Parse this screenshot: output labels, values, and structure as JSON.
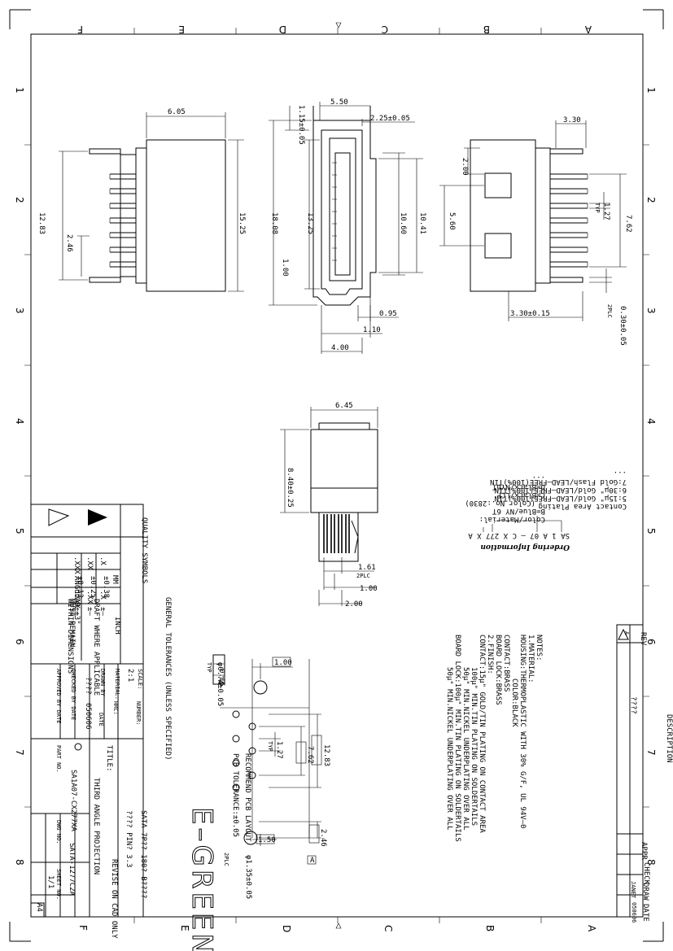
{
  "border": {
    "col_letters": [
      "F",
      "E",
      "D",
      "C",
      "B",
      "A"
    ],
    "row_numbers": [
      "1",
      "2",
      "3",
      "4",
      "5",
      "6",
      "7",
      "8"
    ]
  },
  "front_view": {
    "dims": [
      "6.05",
      "12.83",
      "2.46",
      "15.25"
    ]
  },
  "side_view": {
    "dims": [
      "1.15±0.05",
      "5.50",
      "2.25±0.05",
      "18.08",
      "13.25",
      "1.00",
      "10.60",
      "10.41",
      "0.95",
      "1.10",
      "4.00"
    ]
  },
  "right_view": {
    "dims": [
      "3.30",
      "2.00",
      "5.60",
      "1.27",
      "TYP",
      "7.62",
      "0.30±0.05",
      "2PLC",
      "3.30±0.15"
    ]
  },
  "bottom_view": {
    "dims": [
      "6.45",
      "8.40±0.25",
      "1.61",
      "2PLC",
      "1.00",
      "2.00"
    ]
  },
  "ordering": {
    "title": "Ordering Information",
    "code": "SA 1 A 07 – C X 277 X A",
    "color_lines": [
      "Color/Material:",
      "B=Blue/NY 6T",
      "(Color No.:2830)",
      "C=Black/LCP",
      "D=Black/NY6T",
      "..."
    ],
    "contact_lines": [
      "Contact Area Plating",
      "5:15μ\" Gold/LEAD–FREE(100%)TIN",
      "6:30μ\" Gold/LEAD–FREE(100%)TIN",
      "7:Gold Flash/LEAD–FREE(100%)TIN",
      "..."
    ]
  },
  "notes": {
    "lines": [
      "NOTES:",
      "1.MATERIAL:",
      "HOUSING:THERMOPLASTIC WITH 30% G/F, UL 94V–0",
      "COLOR:BLACK",
      "CONTACT:BRASS",
      "BOARD LOCK:BRASS",
      "2.FINISH:",
      "CONTACT:15μ\" GOLD/TIN PLATING ON CONTACT AREA",
      "100μ\" MIN.TIN PLATING ON SOLDERTAILS",
      "50μ\" MIN.NICKEL UNDERPLATING OVER ALL",
      "BOARD LOCK:100μ\" MIN.TIN PLATING ON SOLDERTAILS",
      "50μ\" MIN.NICKEL UNDERPLATING OVER ALL"
    ]
  },
  "pcb_layout": {
    "dims": [
      "1.00",
      "φ0.74±0.05",
      "TYP",
      "0.15",
      "A",
      "12.83",
      "7.62",
      "1.27",
      "TYP",
      "2.46",
      "1.50",
      "φ1.35±0.05",
      "2PLC"
    ],
    "caption": "RECOMMEND PCB LAYOUT",
    "tolerance": "PCB TOLERANCE:±0.05"
  },
  "revision_block": {
    "headers": [
      "REV",
      "DESCRIPTION",
      "APPR",
      "CHECK",
      "DRAW",
      "DATE"
    ],
    "row": [
      "A",
      "????",
      "",
      "",
      "JANET",
      "050606"
    ]
  },
  "title_block": {
    "symbols_label": "QUALITY SYMBOLS",
    "tolerances_header": "GENERAL TOLERANCES (UNLESS SPECIFIED)",
    "mm_label": "MM",
    "inch_label": "INCH",
    "tol_rows": [
      [
        ".X",
        "±0.38",
        ".X",
        "±–"
      ],
      [
        ".XX",
        "±0.25",
        ".XX",
        "±–"
      ],
      [
        ".XXX",
        "±0.13",
        ".XXX",
        "±–"
      ]
    ],
    "angular": "ANGULAR ±3°",
    "draft": [
      "DRAFT WHERE APPLICABLE",
      "MUST REMAIN",
      "WITHIN DIMENSIONS"
    ],
    "scale_label": "SCALE:",
    "scale": "2:1",
    "material_label": "MATERIAL:",
    "drawn_label": "DRAWN BY",
    "date_label": "DATE",
    "drawn_by": "????",
    "date": "050606",
    "checked_label": "CHECKED BY DATE",
    "approved_label": "APPROVED BY DATE",
    "number_label": "NUMBER:",
    "hrc_label": "HRC:",
    "company": "E–GREEN",
    "title_label": "TITLE:",
    "title_line1": "SATA 7P?? 180? B????",
    "title_line2": "???? PIN? 3.3",
    "projection": "THIRD ANGLE PROJECTION",
    "revise_note": "REVISE ON CAD ONLY",
    "part_no_label": "PART NO.",
    "part_no": "SA1A07-CX277XA",
    "dwg_no_label": "DWG NO.",
    "dwg_no": "SATA-1277C2A",
    "sheet_label": "SHEET NO.",
    "sheet": "1/1",
    "size": "A4"
  }
}
